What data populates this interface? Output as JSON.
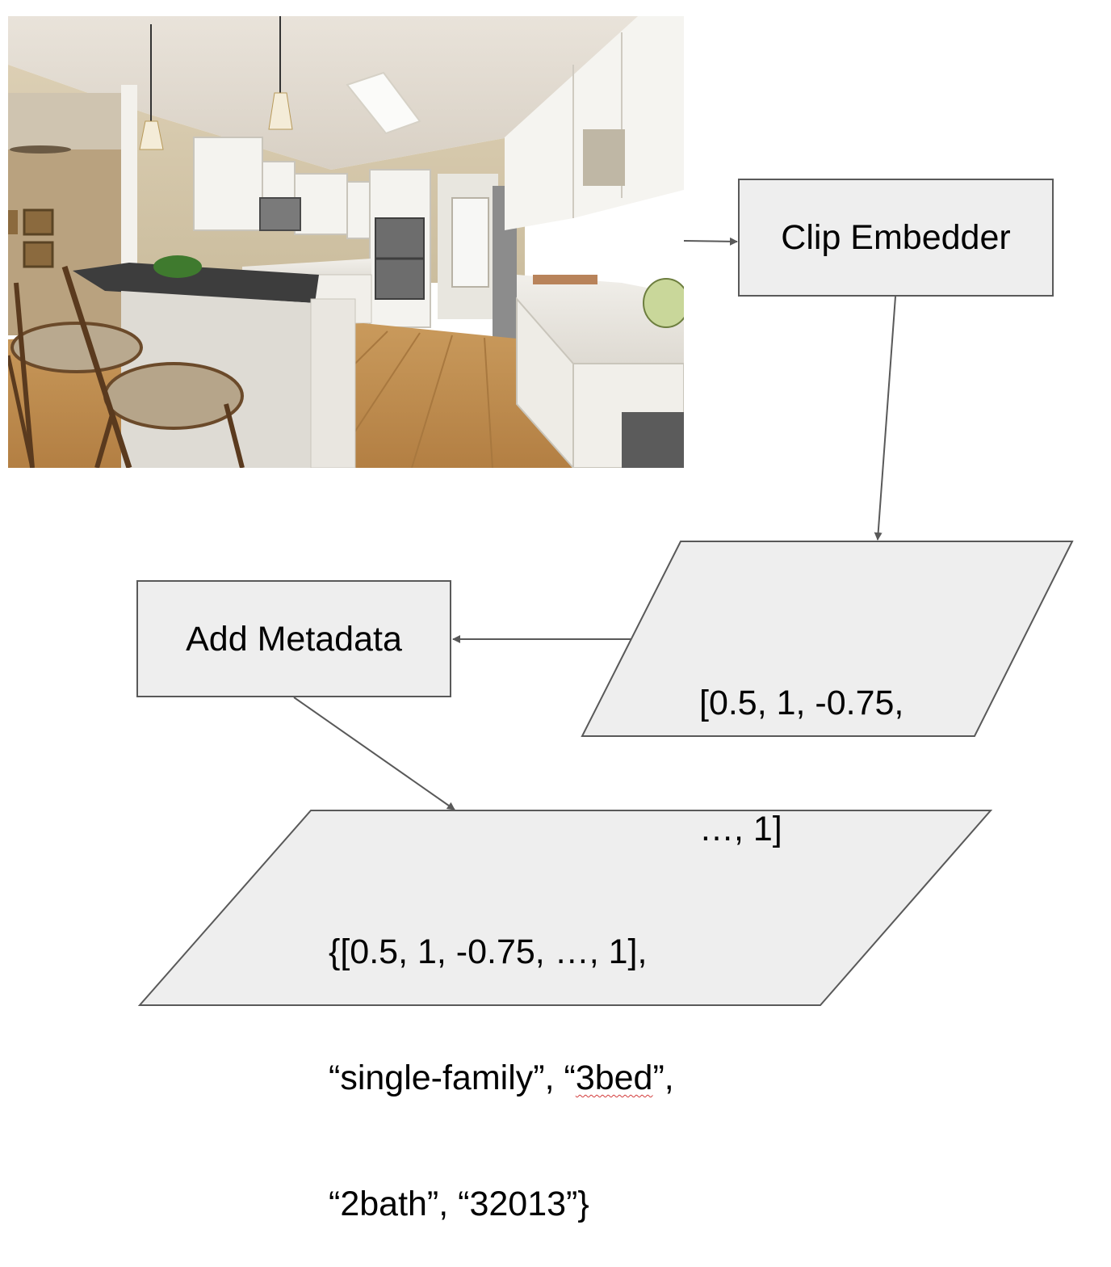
{
  "diagram": {
    "image": {
      "subject": "kitchen-photo"
    },
    "nodes": {
      "clip_embedder": {
        "label": "Clip Embedder",
        "shape": "rectangle"
      },
      "embedding_vector": {
        "lines": [
          "[0.5, 1, -0.75,",
          "…, 1]"
        ],
        "shape": "parallelogram"
      },
      "add_metadata": {
        "label": "Add Metadata",
        "shape": "rectangle"
      },
      "output_record": {
        "line1": "{[0.5, 1, -0.75, …, 1],",
        "line2_pre": "“single-family”, “",
        "line2_flag": "3bed",
        "line2_post": "”,",
        "line3": "“2bath”, “32013”}",
        "shape": "parallelogram"
      }
    },
    "edges": [
      {
        "from": "kitchen-photo",
        "to": "clip_embedder"
      },
      {
        "from": "clip_embedder",
        "to": "embedding_vector"
      },
      {
        "from": "embedding_vector",
        "to": "add_metadata"
      },
      {
        "from": "add_metadata",
        "to": "output_record"
      }
    ],
    "colors": {
      "node_fill": "#eeeeee",
      "node_stroke": "#595959",
      "edge": "#595959",
      "text": "#000000",
      "spellcheck": "#d23b3b"
    }
  }
}
